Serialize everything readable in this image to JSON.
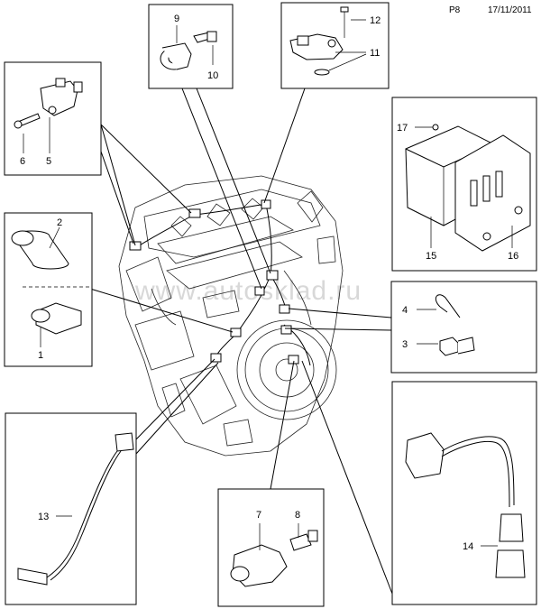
{
  "header": {
    "page": "P8",
    "date": "17/11/2011"
  },
  "watermark": "www.autosklad.ru",
  "callouts": {
    "c1": "1",
    "c2": "2",
    "c3": "3",
    "c4": "4",
    "c5": "5",
    "c6": "6",
    "c7": "7",
    "c8": "8",
    "c9": "9",
    "c10": "10",
    "c11": "11",
    "c12": "12",
    "c13": "13",
    "c14": "14",
    "c15": "15",
    "c16": "16",
    "c17": "17"
  }
}
